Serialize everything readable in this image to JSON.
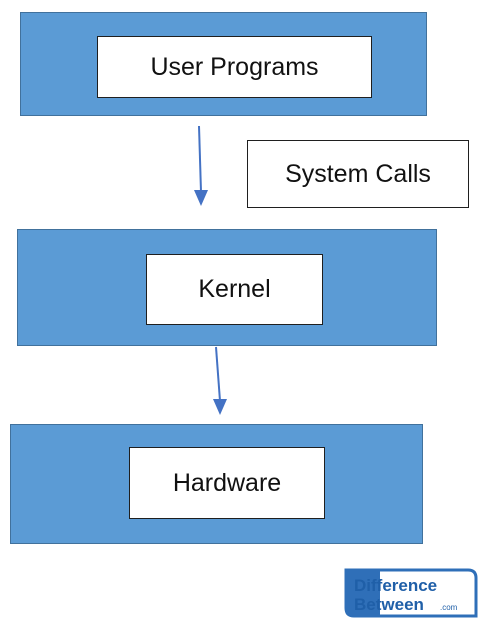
{
  "layers": [
    {
      "label": "User Programs"
    },
    {
      "label": "Kernel"
    },
    {
      "label": "Hardware"
    }
  ],
  "system_calls_label": "System Calls",
  "watermark": {
    "line1": "Difference",
    "line2": "Between",
    "suffix": ".com"
  },
  "colors": {
    "layer_fill": "#5b9bd5",
    "arrow": "#4472c4"
  }
}
